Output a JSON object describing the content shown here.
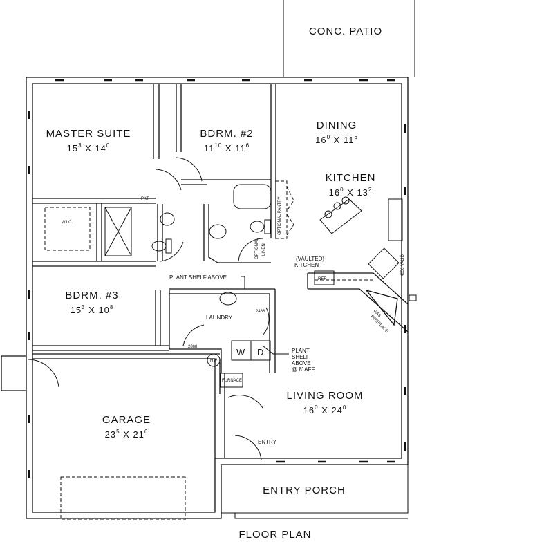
{
  "title": "FLOOR PLAN",
  "rooms": {
    "patio": {
      "name": "CONC. PATIO"
    },
    "master": {
      "name": "MASTER SUITE",
      "w_ft": "15",
      "w_in": "3",
      "l_ft": "14",
      "l_in": "0"
    },
    "bdrm2": {
      "name": "BDRM. #2",
      "w_ft": "11",
      "w_in": "10",
      "l_ft": "11",
      "l_in": "6"
    },
    "dining": {
      "name": "DINING",
      "w_ft": "16",
      "w_in": "0",
      "l_ft": "11",
      "l_in": "6"
    },
    "kitchen": {
      "name": "KITCHEN",
      "w_ft": "16",
      "w_in": "0",
      "l_ft": "13",
      "l_in": "2"
    },
    "bdrm3": {
      "name": "BDRM. #3",
      "w_ft": "15",
      "w_in": "3",
      "l_ft": "10",
      "l_in": "8"
    },
    "living": {
      "name": "LIVING ROOM",
      "w_ft": "16",
      "w_in": "0",
      "l_ft": "24",
      "l_in": "0"
    },
    "garage": {
      "name": "GARAGE",
      "w_ft": "23",
      "w_in": "5",
      "l_ft": "21",
      "l_in": "6"
    },
    "porch": {
      "name": "ENTRY PORCH"
    }
  },
  "labels": {
    "wic": "W.I.C.",
    "pkt": "PKT",
    "optional_pantry": "OPTIONAL PANTRY",
    "optional": "OPTIONAL",
    "linen": "LINEN",
    "vaulted": "(VAULTED)",
    "kitchen_small": "KITCHEN",
    "ref": "REF.",
    "window": "4056 VALID",
    "gas": "GAS",
    "fireplace": "FIREPLACE",
    "plant_shelf": "PLANT SHELF ABOVE",
    "laundry": "LAUNDRY",
    "door1": "2468",
    "door2": "2868",
    "washer": "W",
    "dryer": "D",
    "hw": "HW",
    "furnace": "FURNACE",
    "plant_shelf2_l1": "PLANT",
    "plant_shelf2_l2": "SHELF",
    "plant_shelf2_l3": "ABOVE",
    "plant_shelf2_l4": "@ 8' AFF",
    "entry": "ENTRY"
  }
}
